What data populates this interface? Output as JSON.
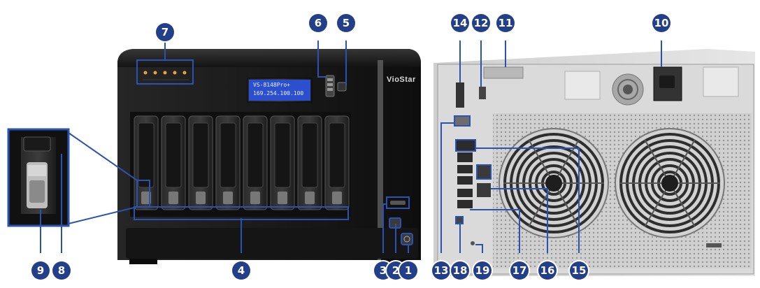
{
  "brand": "VioStar",
  "lcd": {
    "line1": "VS-8148Pro+",
    "line2": "169.254.100.100"
  },
  "markers": {
    "m1": "1",
    "m2": "2",
    "m3": "3",
    "m4": "4",
    "m5": "5",
    "m6": "6",
    "m7": "7",
    "m8": "8",
    "m9": "9",
    "m10": "10",
    "m11": "11",
    "m12": "12",
    "m13": "13",
    "m14": "14",
    "m15": "15",
    "m16": "16",
    "m17": "17",
    "m18": "18",
    "m19": "19"
  },
  "colors": {
    "marker": "#243f8a",
    "callout_line": "#2a52b0",
    "chassis": "#1b1b1b",
    "lcd": "#2c4fd0",
    "rear_panel": "#d8d8d8"
  }
}
